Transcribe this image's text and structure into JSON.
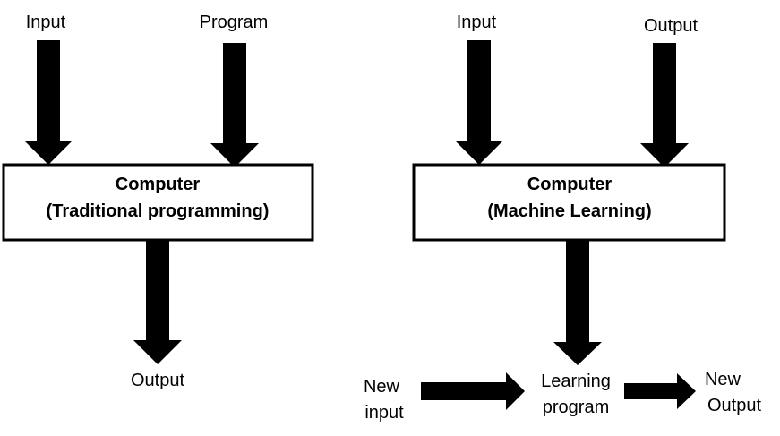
{
  "traditional": {
    "input_label": "Input",
    "program_label": "Program",
    "box_title": "Computer",
    "box_subtitle": "(Traditional programming)",
    "output_label": "Output"
  },
  "machine_learning": {
    "input_label": "Input",
    "output_label": "Output",
    "box_title": "Computer",
    "box_subtitle": "(Machine Learning)",
    "new_input_lines": [
      "New",
      "input"
    ],
    "learning_program_lines": [
      "Learning",
      "program"
    ],
    "new_output_lines": [
      "New",
      "Output"
    ]
  }
}
